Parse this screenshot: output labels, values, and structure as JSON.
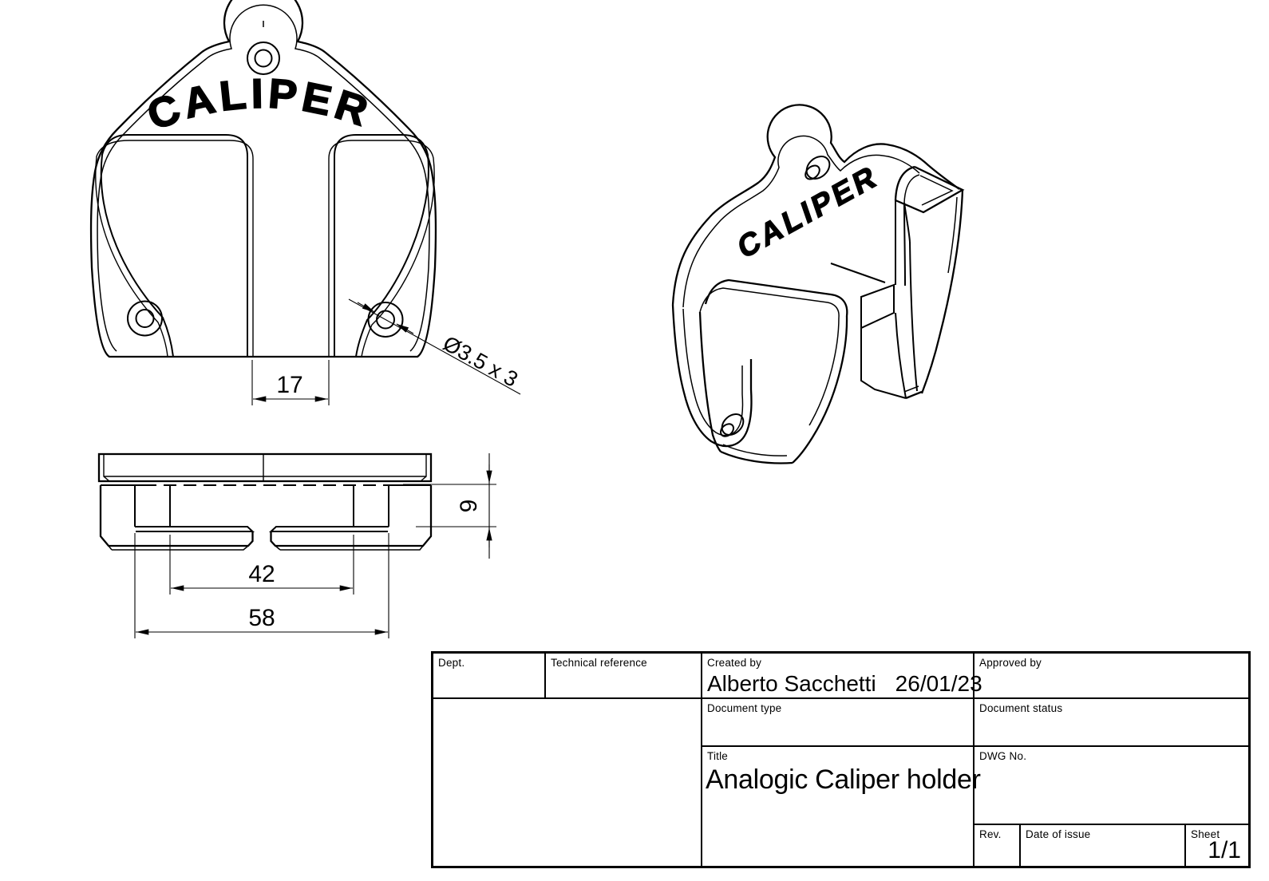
{
  "drawing": {
    "views": {
      "front": {
        "embossed_label": "CALIPER",
        "slot_width_dim": "17",
        "hole_callout": "Ø3.5 x 3"
      },
      "bottom": {
        "inner_span_dim": "42",
        "outer_span_dim": "58",
        "depth_dim": "9"
      },
      "iso": {
        "embossed_label": "CALIPER"
      }
    },
    "title_block": {
      "dept_label": "Dept.",
      "technical_reference_label": "Technical reference",
      "created_by_label": "Created by",
      "created_by_name": "Alberto Sacchetti",
      "created_by_date": "26/01/23",
      "approved_by_label": "Approved by",
      "document_type_label": "Document type",
      "document_status_label": "Document status",
      "title_label": "Title",
      "title_value": "Analogic Caliper holder",
      "dwg_no_label": "DWG No.",
      "rev_label": "Rev.",
      "date_of_issue_label": "Date of issue",
      "sheet_label": "Sheet",
      "sheet_value": "1/1"
    },
    "line_color": "#000000",
    "background_color": "#ffffff"
  }
}
